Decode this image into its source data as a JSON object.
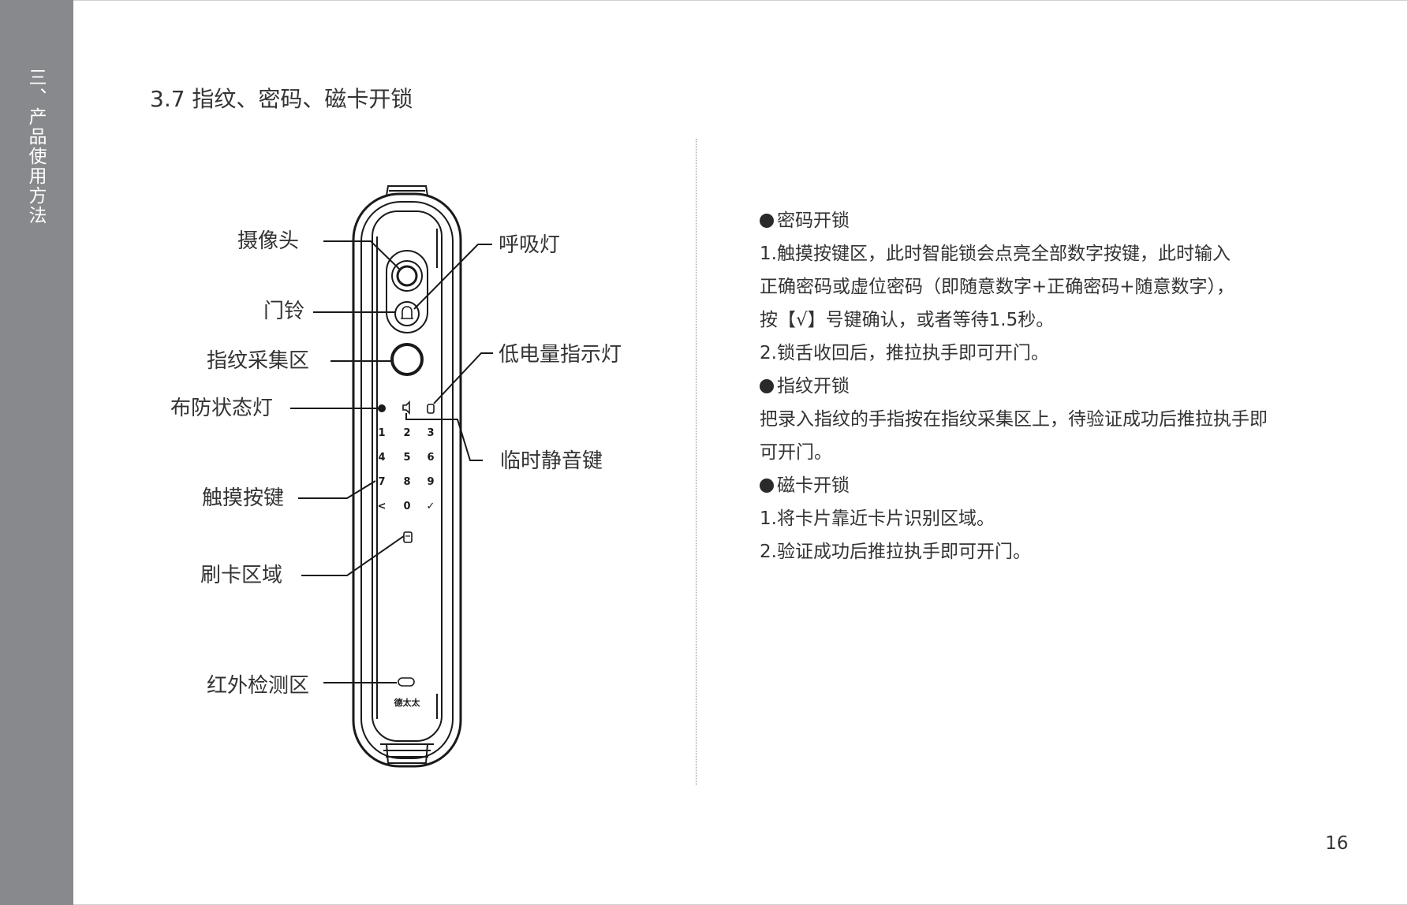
{
  "side_tab": {
    "text": "三、产品使用方法"
  },
  "section_title": "3.7 指纹、密码、磁卡开锁",
  "callouts": {
    "camera": "摄像头",
    "doorbell": "门铃",
    "fingerprint_area": "指纹采集区",
    "arming_light": "布防状态灯",
    "touch_keys": "触摸按键",
    "card_area": "刷卡区域",
    "infrared_area": "红外检测区",
    "breathing_light": "呼吸灯",
    "low_battery_light": "低电量指示灯",
    "mute_key": "临时静音键"
  },
  "keypad": {
    "rows": [
      [
        "1",
        "2",
        "3"
      ],
      [
        "4",
        "5",
        "6"
      ],
      [
        "7",
        "8",
        "9"
      ],
      [
        "<",
        "0",
        "✓"
      ]
    ]
  },
  "brand_mark": "德太太",
  "sections": [
    {
      "heading": "密码开锁",
      "lines": [
        "1.触摸按键区，此时智能锁会点亮全部数字按键，此时输入",
        "正确密码或虚位密码（即随意数字+正确密码+随意数字），",
        "按【√】号键确认，或者等待1.5秒。",
        "2.锁舌收回后，推拉执手即可开门。"
      ]
    },
    {
      "heading": "指纹开锁",
      "lines": [
        "把录入指纹的手指按在指纹采集区上，待验证成功后推拉执手即",
        "可开门。"
      ]
    },
    {
      "heading": "磁卡开锁",
      "lines": [
        "1.将卡片靠近卡片识别区域。",
        "2.验证成功后推拉执手即可开门。"
      ]
    }
  ],
  "page_number": "16",
  "colors": {
    "side_tab": "#88898c",
    "text": "#333333",
    "line_art": "#1a1a1a"
  }
}
